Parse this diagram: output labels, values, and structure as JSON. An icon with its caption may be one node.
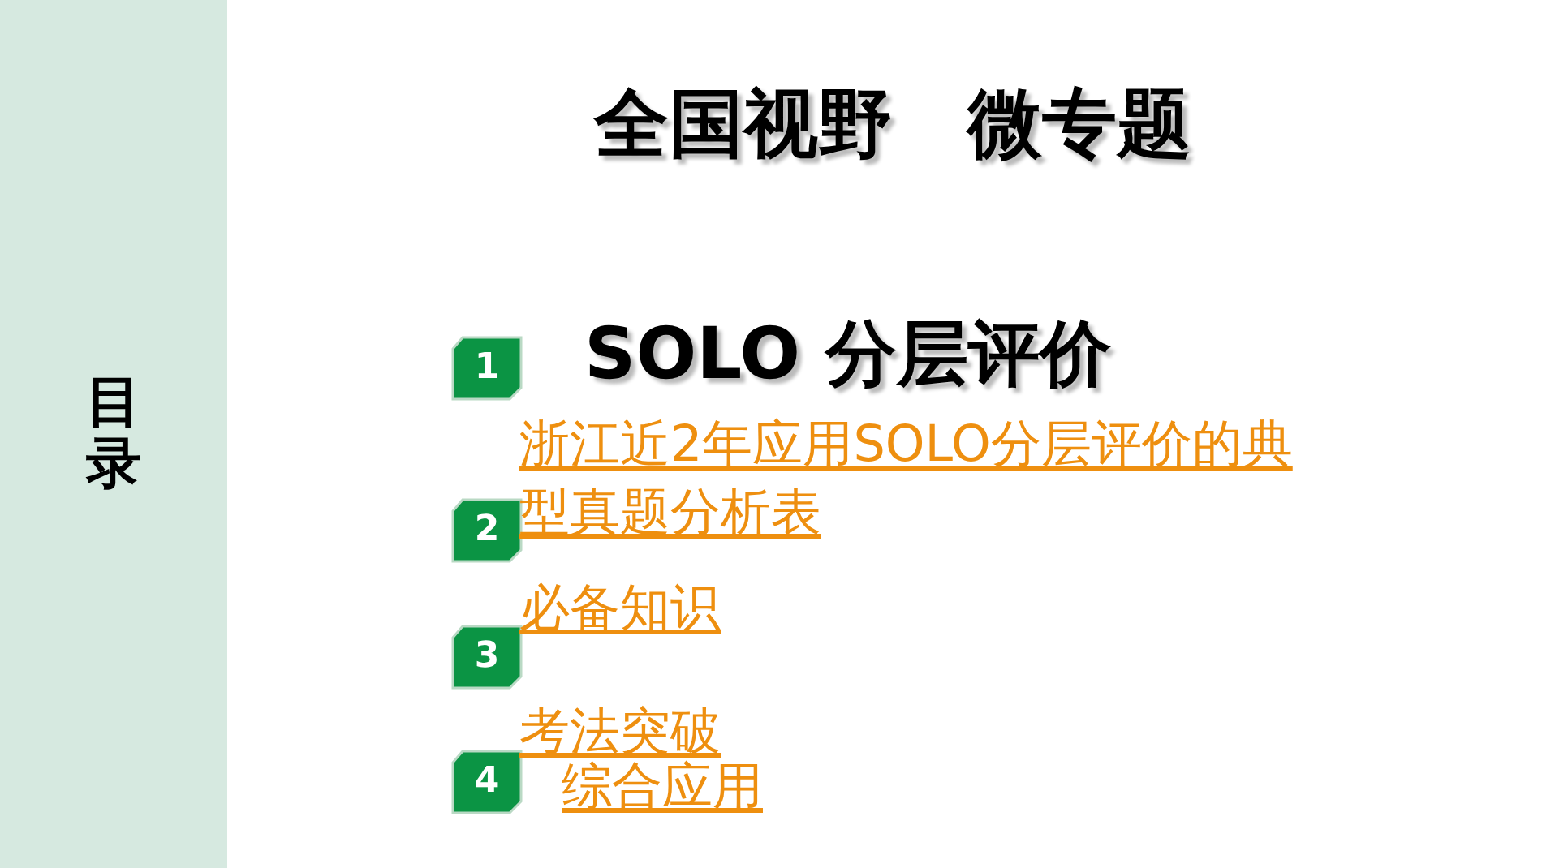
{
  "diagram": {
    "title": "全国视野　微专题",
    "nodes": [
      {
        "text": [
          "目录"
        ]
      },
      {
        "text": [
          "1"
        ],
        "beside": [
          "SOLO 分层评价"
        ]
      },
      {
        "text": [
          "2"
        ],
        "beside": [
          "浙江近2年应用SOLO分层评价的典型真题分析表"
        ]
      },
      {
        "text": [
          "3"
        ],
        "beside": [
          "必备知识"
        ]
      },
      {
        "text": [
          "4"
        ],
        "beside": [
          "考法突破",
          "综合应用"
        ]
      }
    ],
    "edges": []
  }
}
